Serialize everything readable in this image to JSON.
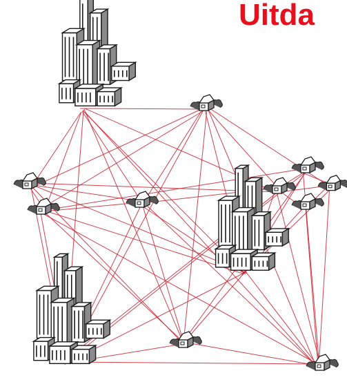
{
  "title": "Uitda",
  "colors": {
    "title": "#e8101c",
    "link": "#c8202e",
    "building_outline": "#1a1a1a",
    "building_fill": "#ffffff",
    "building_shade": "#8a8a8a",
    "tree": "#555555"
  },
  "diagram": {
    "nodes": [
      {
        "id": "city-top-left",
        "kind": "city"
      },
      {
        "id": "city-middle-right",
        "kind": "city"
      },
      {
        "id": "city-bottom-left",
        "kind": "city"
      },
      {
        "id": "house-top-center",
        "kind": "house"
      },
      {
        "id": "house-left-upper",
        "kind": "house"
      },
      {
        "id": "house-left-lower",
        "kind": "house"
      },
      {
        "id": "house-center",
        "kind": "house"
      },
      {
        "id": "house-right-1",
        "kind": "house"
      },
      {
        "id": "house-right-2",
        "kind": "house"
      },
      {
        "id": "house-right-3",
        "kind": "house"
      },
      {
        "id": "house-right-4",
        "kind": "house"
      },
      {
        "id": "house-bottom-center",
        "kind": "house"
      },
      {
        "id": "house-bottom-right",
        "kind": "house"
      }
    ],
    "links": [
      [
        "city-top-left",
        "house-top-center"
      ],
      [
        "city-top-left",
        "house-left-upper"
      ],
      [
        "city-top-left",
        "house-left-lower"
      ],
      [
        "city-top-left",
        "house-center"
      ],
      [
        "city-top-left",
        "city-middle-right"
      ],
      [
        "city-top-left",
        "city-bottom-left"
      ],
      [
        "city-top-left",
        "house-bottom-center"
      ],
      [
        "city-top-left",
        "house-right-1"
      ],
      [
        "city-top-left",
        "house-bottom-right"
      ],
      [
        "house-top-center",
        "house-left-upper"
      ],
      [
        "house-top-center",
        "house-center"
      ],
      [
        "house-top-center",
        "city-middle-right"
      ],
      [
        "house-top-center",
        "house-right-1"
      ],
      [
        "house-top-center",
        "house-right-3"
      ],
      [
        "house-top-center",
        "city-bottom-left"
      ],
      [
        "house-top-center",
        "house-bottom-center"
      ],
      [
        "house-top-center",
        "house-bottom-right"
      ],
      [
        "house-top-center",
        "house-left-lower"
      ],
      [
        "house-left-upper",
        "house-left-lower"
      ],
      [
        "house-left-upper",
        "house-center"
      ],
      [
        "house-left-upper",
        "city-middle-right"
      ],
      [
        "house-left-upper",
        "house-right-1"
      ],
      [
        "house-left-upper",
        "city-bottom-left"
      ],
      [
        "house-left-upper",
        "house-bottom-center"
      ],
      [
        "house-left-lower",
        "house-center"
      ],
      [
        "house-left-lower",
        "city-middle-right"
      ],
      [
        "house-left-lower",
        "house-right-2"
      ],
      [
        "house-left-lower",
        "city-bottom-left"
      ],
      [
        "house-left-lower",
        "house-bottom-center"
      ],
      [
        "house-left-lower",
        "house-bottom-right"
      ],
      [
        "house-center",
        "city-middle-right"
      ],
      [
        "house-center",
        "city-bottom-left"
      ],
      [
        "house-center",
        "house-bottom-center"
      ],
      [
        "house-center",
        "house-right-1"
      ],
      [
        "house-center",
        "house-bottom-right"
      ],
      [
        "city-middle-right",
        "house-right-1"
      ],
      [
        "city-middle-right",
        "house-right-2"
      ],
      [
        "city-middle-right",
        "house-right-3"
      ],
      [
        "city-middle-right",
        "house-right-4"
      ],
      [
        "city-middle-right",
        "city-bottom-left"
      ],
      [
        "city-middle-right",
        "house-bottom-center"
      ],
      [
        "city-middle-right",
        "house-bottom-right"
      ],
      [
        "house-right-1",
        "house-right-2"
      ],
      [
        "house-right-1",
        "house-right-3"
      ],
      [
        "house-right-1",
        "house-right-4"
      ],
      [
        "house-right-2",
        "house-right-3"
      ],
      [
        "house-right-3",
        "house-right-4"
      ],
      [
        "house-right-1",
        "house-bottom-right"
      ],
      [
        "house-right-2",
        "house-bottom-right"
      ],
      [
        "house-right-3",
        "house-bottom-right"
      ],
      [
        "house-right-4",
        "house-bottom-right"
      ],
      [
        "house-right-2",
        "city-bottom-left"
      ],
      [
        "house-right-1",
        "city-bottom-left"
      ],
      [
        "city-bottom-left",
        "house-bottom-center"
      ],
      [
        "city-bottom-left",
        "house-bottom-right"
      ],
      [
        "house-bottom-center",
        "house-bottom-right"
      ],
      [
        "house-bottom-center",
        "house-right-2"
      ]
    ]
  }
}
